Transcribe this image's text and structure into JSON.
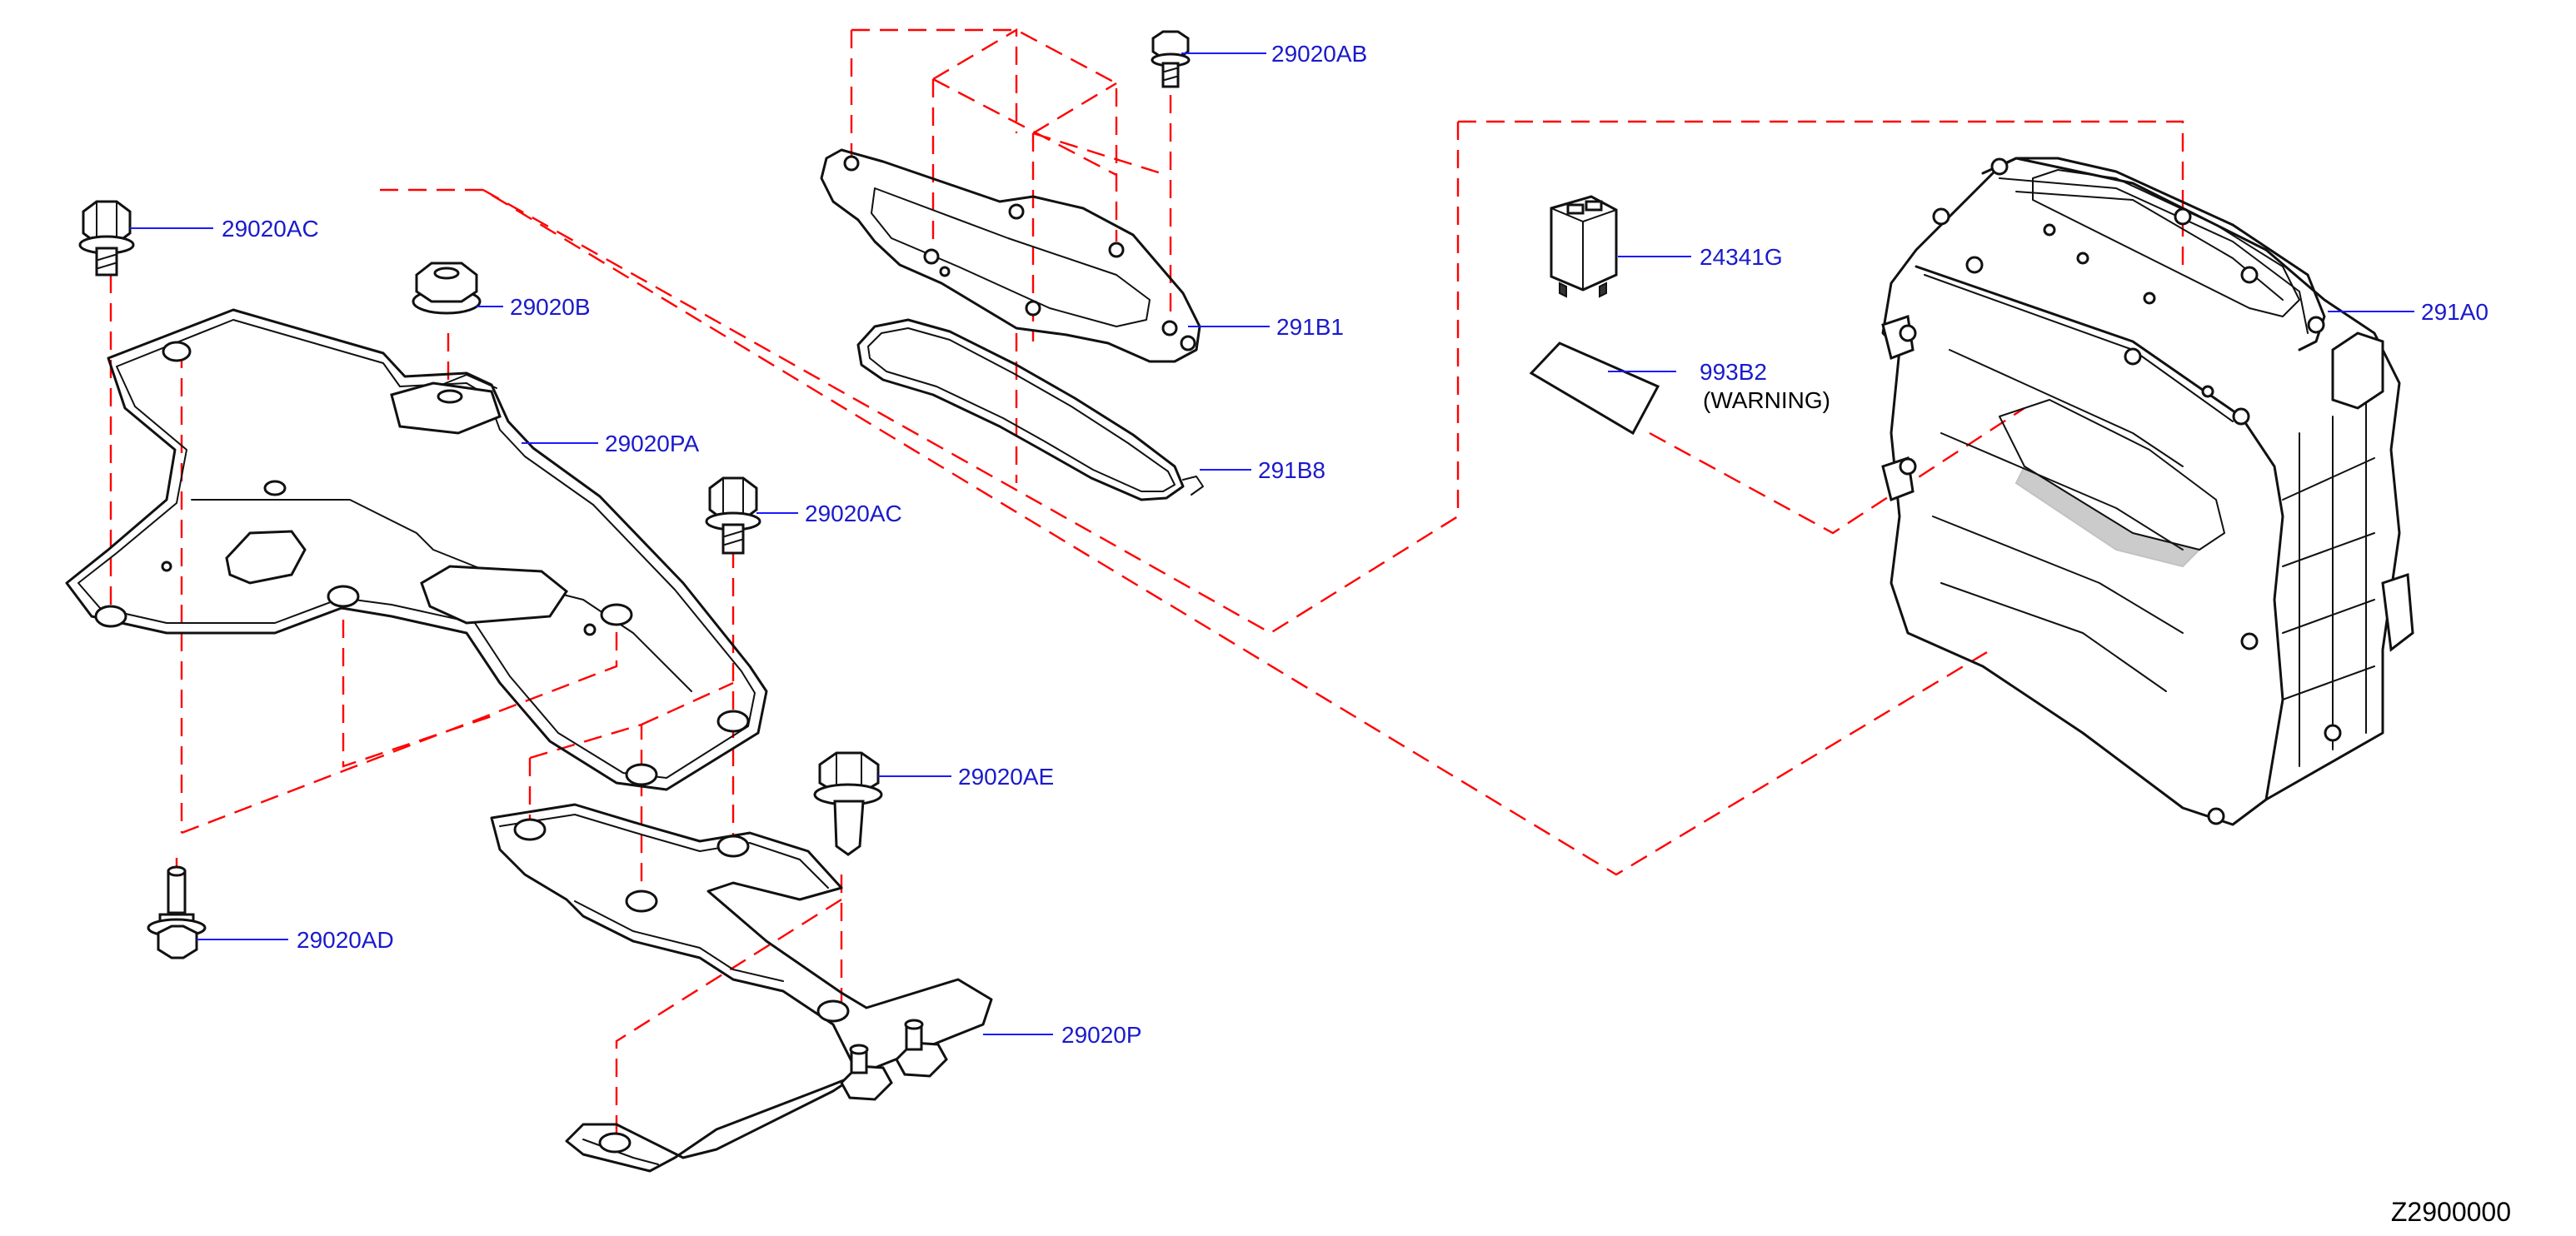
{
  "diagram": {
    "code": "Z2900000",
    "callouts": {
      "p29020AB": "29020AB",
      "p29020AC_top": "29020AC",
      "p29020B": "29020B",
      "p29020PA": "29020PA",
      "p29020AC_mid": "29020AC",
      "p29020AE": "29020AE",
      "p29020AD": "29020AD",
      "p29020P": "29020P",
      "p291B1": "291B1",
      "p291B8": "291B8",
      "p24341G": "24341G",
      "p993B2": "993B2",
      "p993B2_note": "(WARNING)",
      "p291A0": "291A0"
    },
    "colors": {
      "callout_text": "#1a1acc",
      "leader_line": "#1a1aff",
      "assembly_dash": "#ff0000",
      "part_outline": "#111111"
    }
  }
}
